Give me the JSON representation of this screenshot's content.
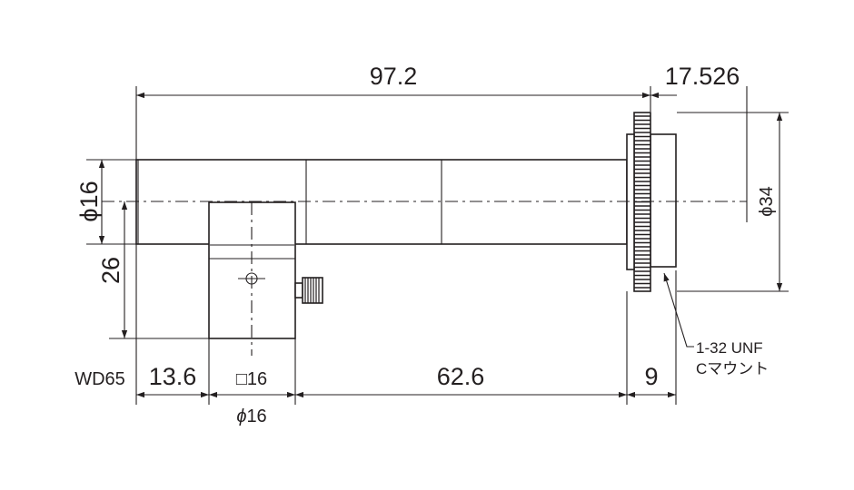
{
  "dimensions": {
    "overall_length": "97.2",
    "mount_offset": "17.526",
    "body_diameter": "16",
    "mount_diameter": "34",
    "height_to_axis": "26",
    "working_distance": "WD65",
    "front_length": "13.6",
    "port_square": "16",
    "port_diameter": "16",
    "barrel_length": "62.6",
    "mount_length": "9"
  },
  "symbols": {
    "diameter": "ϕ",
    "square": "□"
  },
  "mount": {
    "thread": "1-32 UNF",
    "name": "Cマウント"
  }
}
